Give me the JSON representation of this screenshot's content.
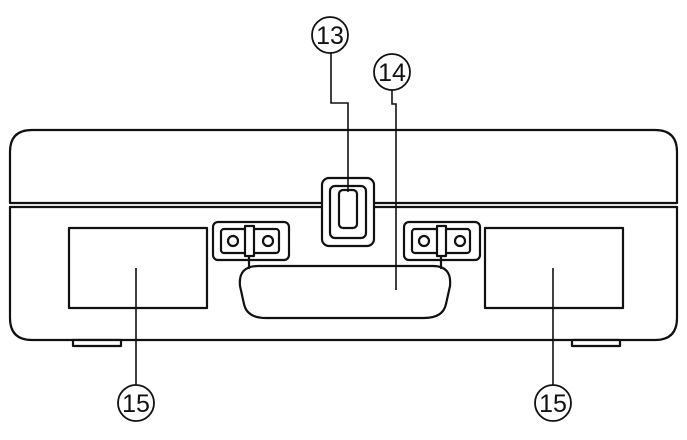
{
  "callouts": {
    "handle_latch": "13",
    "carry_handle": "14",
    "speaker_left": "15",
    "speaker_right": "15"
  }
}
